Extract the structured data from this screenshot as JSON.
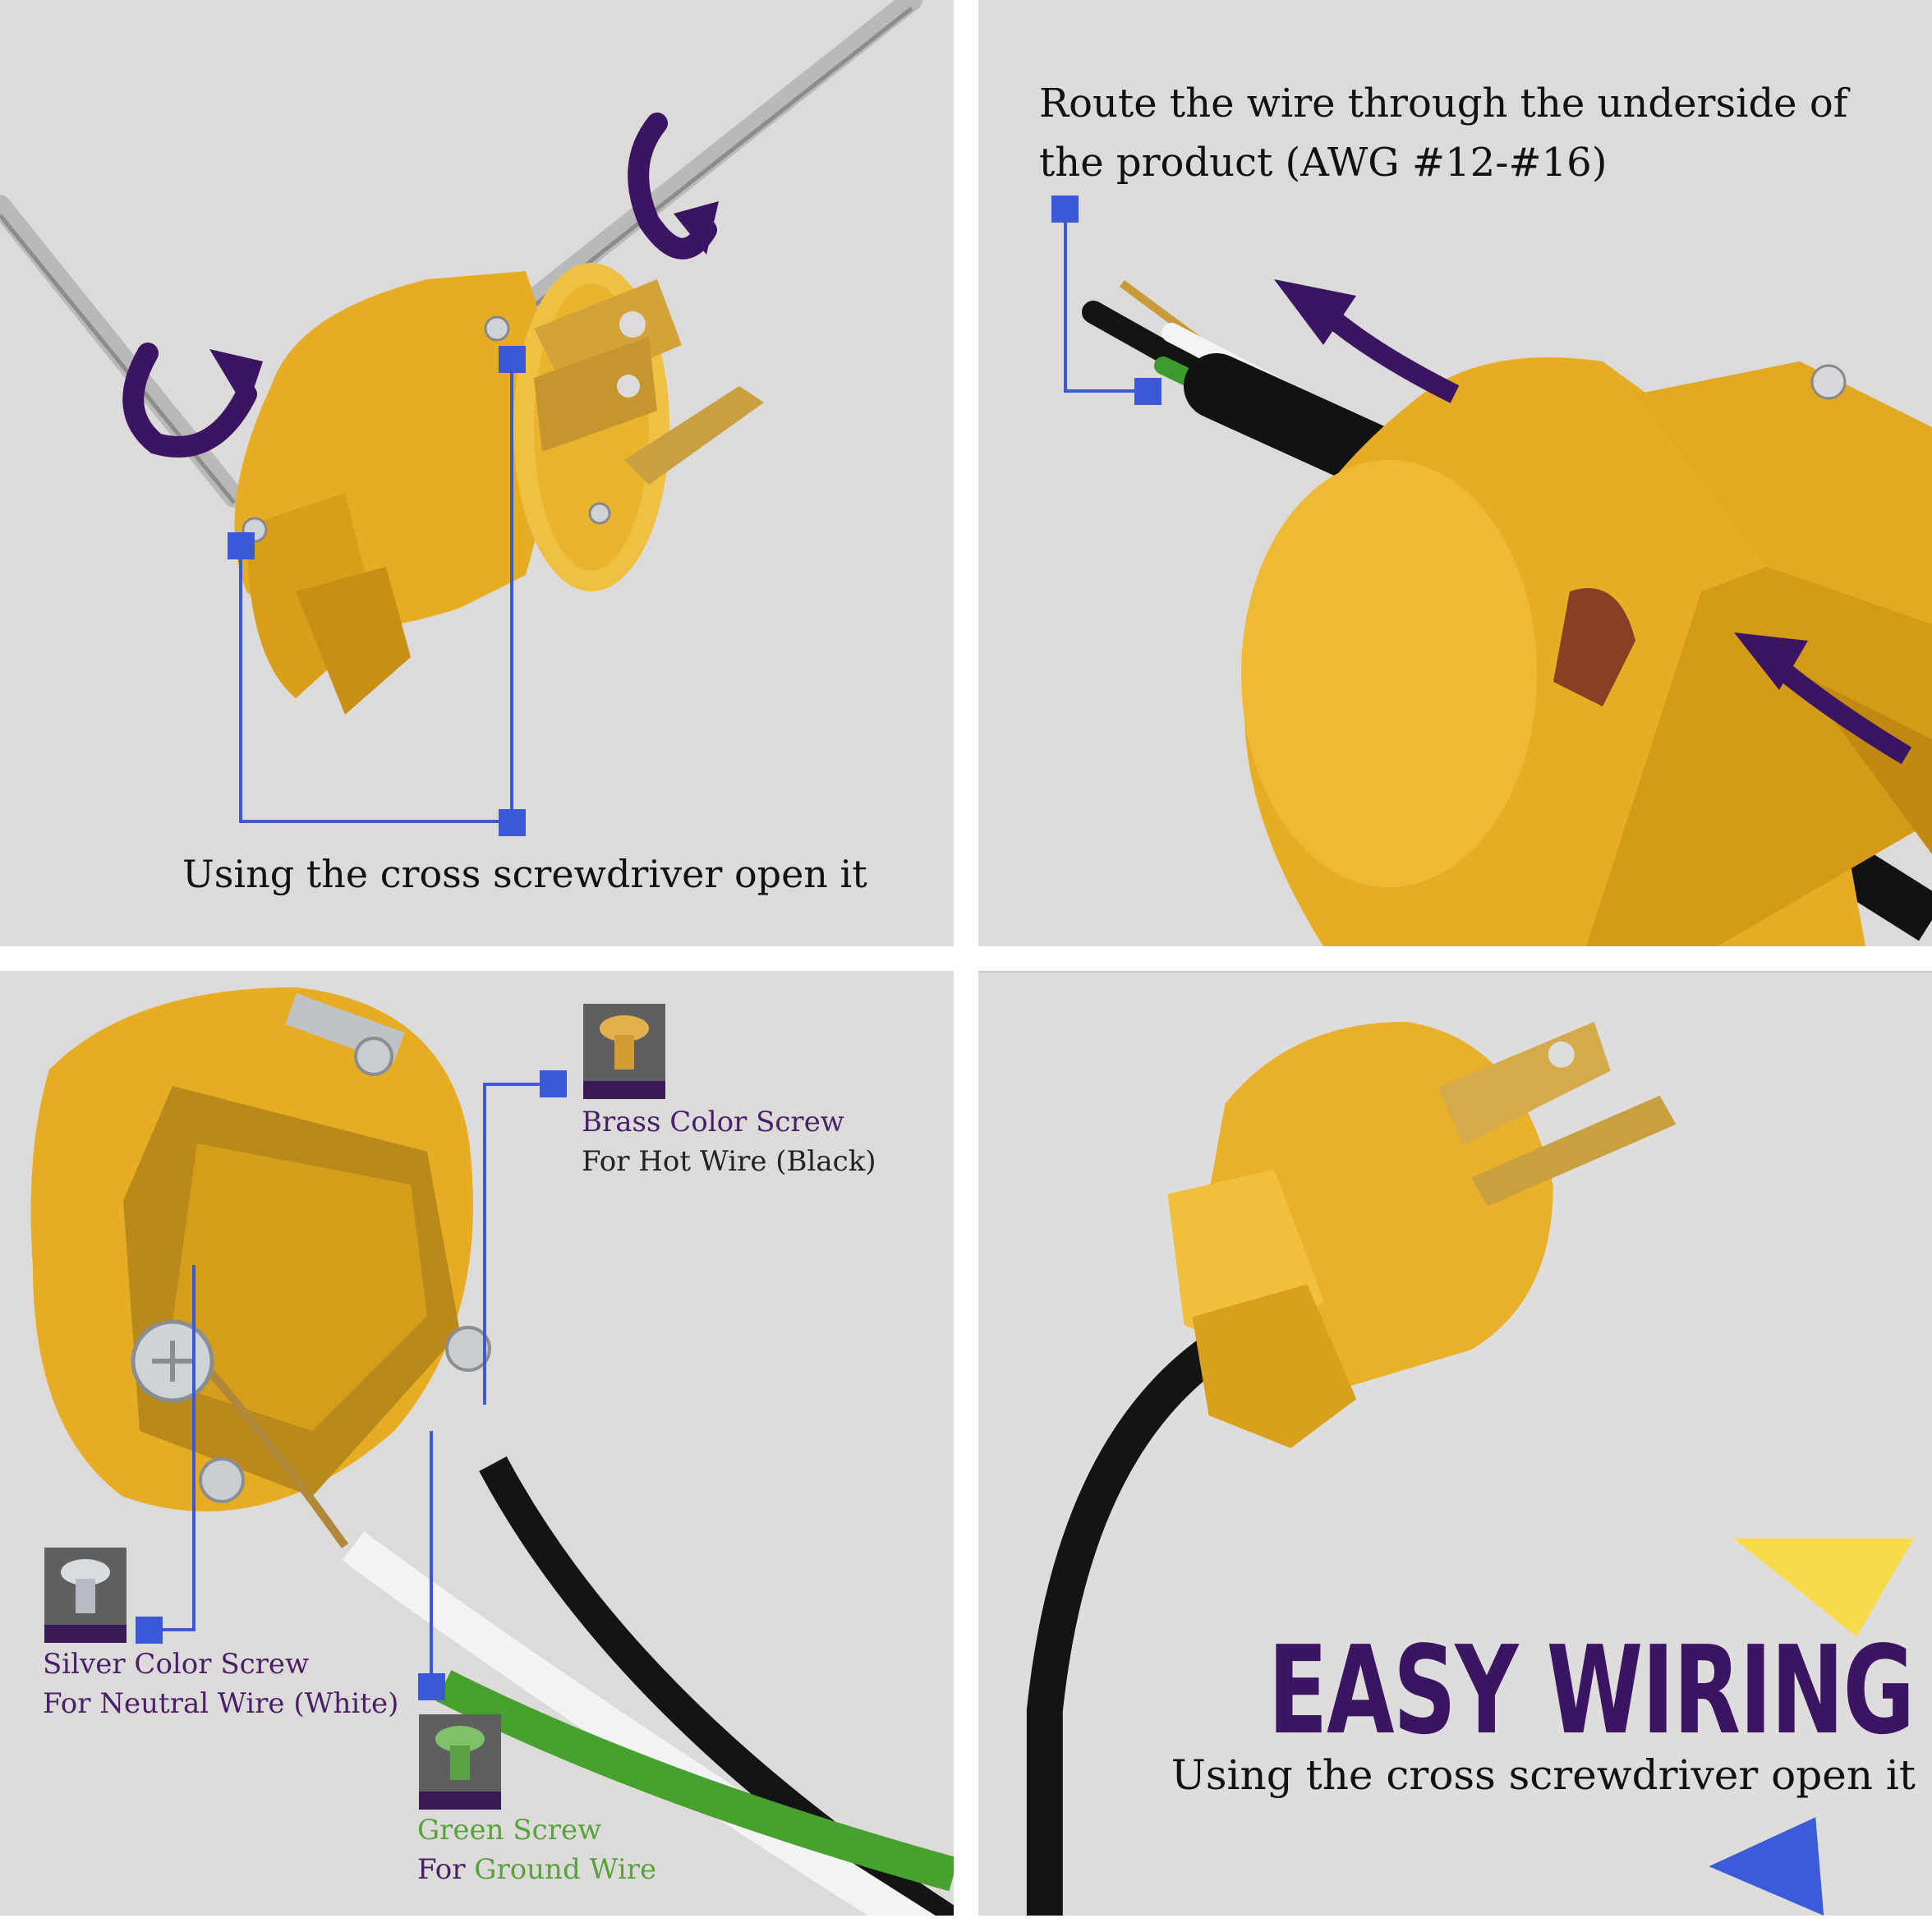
{
  "panels": {
    "open": {
      "caption": "Using the cross screwdriver open it"
    },
    "route": {
      "caption": "Route the wire through the underside of the product (AWG #12-#16)"
    },
    "screws": {
      "brass": {
        "name": "Brass Color Screw",
        "purpose": "For Hot Wire (Black)"
      },
      "silver": {
        "name": "Silver Color Screw",
        "purpose_prefix": "For",
        "purpose_rest": "Neutral Wire (White)"
      },
      "green": {
        "name": "Green Screw",
        "purpose_prefix": "For",
        "purpose_rest": "Ground Wire"
      }
    },
    "easy": {
      "headline": "EASY WIRING",
      "caption": "Using the cross screwdriver open it"
    }
  },
  "colors": {
    "plug_yellow": "#eab52b",
    "accent_purple": "#3b1462",
    "callout_blue": "#3b59d6",
    "triangle_yellow": "#f6dc4a",
    "triangle_blue": "#3a5cd8"
  }
}
